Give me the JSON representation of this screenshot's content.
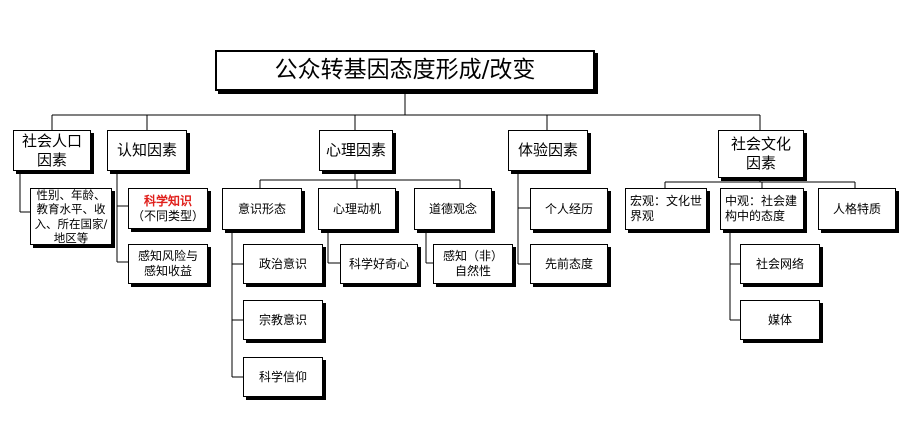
{
  "title": "公众转基因态度形成/改变",
  "categories": {
    "social_demo": "社会人口因素",
    "cognitive": "认知因素",
    "psychological": "心理因素",
    "experience": "体验因素",
    "sociocultural": "社会文化因素"
  },
  "items": {
    "demographics": "性别、年龄、教育水平、收入、所在国家/地区等",
    "sci_knowledge_highlight": "科学知识",
    "sci_knowledge_rest": "（不同类型）",
    "risk_benefit": "感知风险与感知收益",
    "ideology": "意识形态",
    "political": "政治意识",
    "religious": "宗教意识",
    "sci_belief": "科学信仰",
    "motivation": "心理动机",
    "curiosity": "科学好奇心",
    "moral": "道德观念",
    "naturalness": "感知（非）自然性",
    "personal_exp": "个人经历",
    "prior_attitude": "先前态度",
    "macro": "宏观：文化世界观",
    "meso": "中观：社会建构中的态度",
    "social_network": "社会网络",
    "media": "媒体",
    "personality": "人格特质"
  },
  "colors": {
    "highlight": "#e0201c",
    "line": "#000000"
  }
}
